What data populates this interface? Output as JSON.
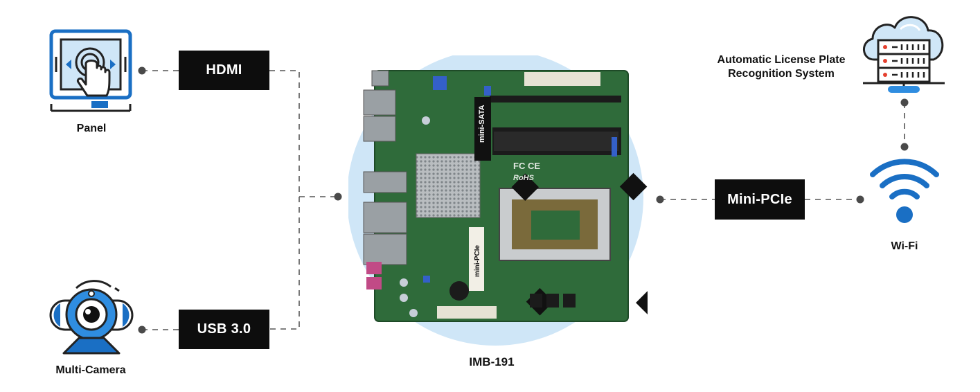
{
  "devices": {
    "panel": {
      "label": "Panel",
      "icon": "touch-panel-icon"
    },
    "camera": {
      "label": "Multi-Camera",
      "icon": "webcam-icon"
    },
    "board": {
      "label": "IMB-191",
      "icon": "motherboard-image"
    },
    "server": {
      "label_line1": "Automatic License Plate",
      "label_line2": "Recognition System",
      "icon": "cloud-server-icon"
    },
    "wifi": {
      "label": "Wi-Fi",
      "icon": "wifi-icon"
    }
  },
  "interfaces": {
    "hdmi": "HDMI",
    "usb": "USB 3.0",
    "pcie": "Mini-PCIe"
  },
  "board_silkscreen": {
    "msata": "mini-SATA",
    "mpcie": "mini-PCIe",
    "fcc": "FC CE",
    "rohs": "RoHS"
  },
  "colors": {
    "accent_blue": "#1a6fc4",
    "light_blue": "#cfe6f7",
    "board_green": "#2f6b3a",
    "tag_black": "#0d0d0d",
    "wire_gray": "#555555"
  }
}
